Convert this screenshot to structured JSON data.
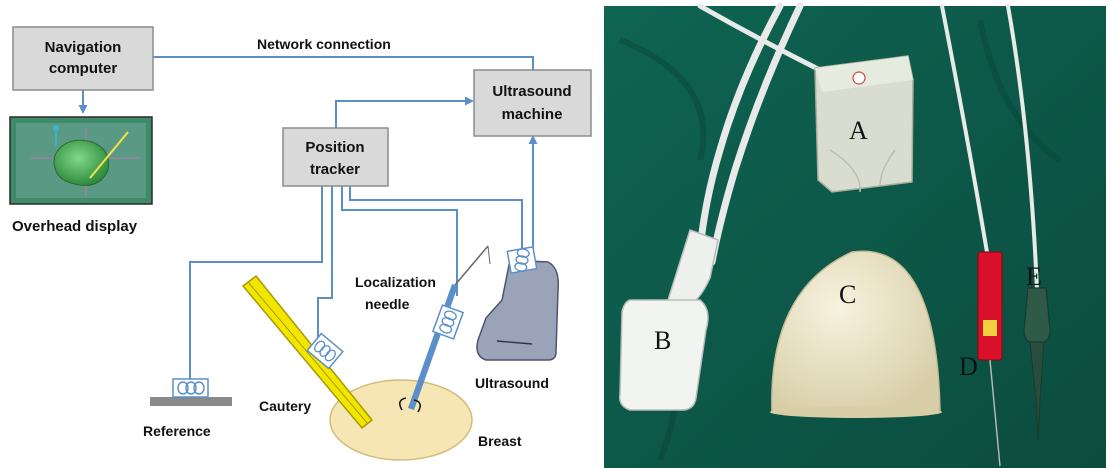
{
  "diagram": {
    "boxes": {
      "navigation_computer": [
        "Navigation",
        "computer"
      ],
      "ultrasound_machine": [
        "Ultrasound",
        "machine"
      ],
      "position_tracker": [
        "Position",
        "tracker"
      ]
    },
    "labels": {
      "network_connection": "Network connection",
      "overhead_display": "Overhead display",
      "localization_needle": [
        "Localization",
        "needle"
      ],
      "ultrasound": "Ultrasound",
      "cautery": "Cautery",
      "reference": "Reference",
      "breast": "Breast"
    },
    "colors": {
      "connector": "#5b8fc9",
      "box_fill": "#d9d9d9",
      "box_stroke": "#8c8c8c",
      "cautery": "#f2e600",
      "breast": "#f6e6b4",
      "probe": "#9aa3b8"
    }
  },
  "photo": {
    "labels": {
      "a": "A",
      "b": "B",
      "c": "C",
      "d": "D",
      "e": "E"
    },
    "colors": {
      "drape": "#0e5a4a",
      "phantom": "#e8e0c4",
      "tracker_box": "#d8ddd0",
      "needle_holder": "#d8102a",
      "stylus": "#2f5a48"
    }
  }
}
